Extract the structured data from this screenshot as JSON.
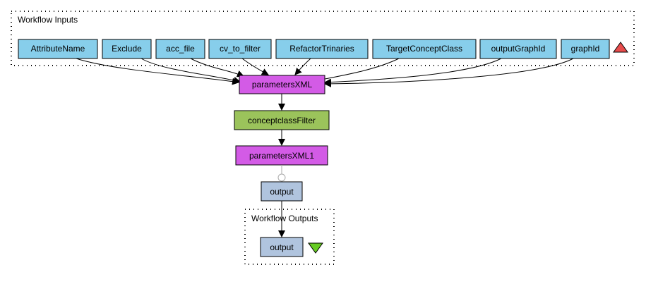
{
  "colors": {
    "input_port": "#87ceeb",
    "xml_processor": "#d35be6",
    "filter_processor": "#9bc35b",
    "output_port": "#b0c4de",
    "up_triangle": "#e84c4c",
    "down_triangle": "#66cc22",
    "stroke": "#000000"
  },
  "clusters": {
    "inputs_label": "Workflow Inputs",
    "outputs_label": "Workflow Outputs"
  },
  "inputs": [
    "AttributeName",
    "Exclude",
    "acc_file",
    "cv_to_filter",
    "RefactorTrinaries",
    "TargetConceptClass",
    "outputGraphId",
    "graphId"
  ],
  "processors": {
    "parametersXML": "parametersXML",
    "conceptclassFilter": "conceptclassFilter",
    "parametersXML1": "parametersXML1",
    "output_intermediate": "output"
  },
  "outputs": [
    "output"
  ],
  "icons": {
    "inputs_marker": "red-up-triangle-icon",
    "outputs_marker": "green-down-triangle-icon"
  }
}
